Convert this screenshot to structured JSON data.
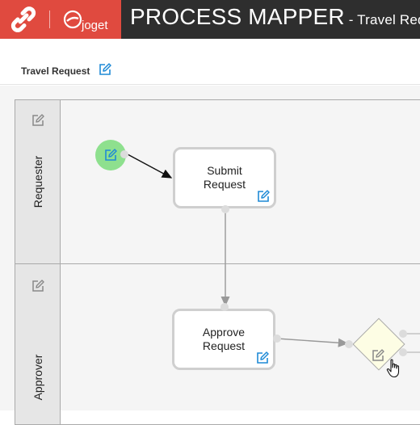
{
  "header": {
    "title": "PROCESS MAPPER",
    "subtitle": " - Travel Req",
    "brand_name": "joget",
    "colors": {
      "logo_bg": "#e04a3f",
      "bar_bg": "#2e2e2e"
    }
  },
  "process": {
    "name": "Travel Request"
  },
  "lanes": [
    {
      "label": "Requester"
    },
    {
      "label": "Approver"
    }
  ],
  "activities": [
    {
      "label": "Submit Request"
    },
    {
      "label": "Approve Request"
    }
  ],
  "icons": {
    "edit": "pencil-square-icon",
    "logo": "link-logo-icon",
    "cursor": "hand-pointer-icon"
  },
  "colors": {
    "start_node": "#8ee08e",
    "edit_icon_blue": "#1f8ad6",
    "gateway_fill": "#fdfde4"
  }
}
